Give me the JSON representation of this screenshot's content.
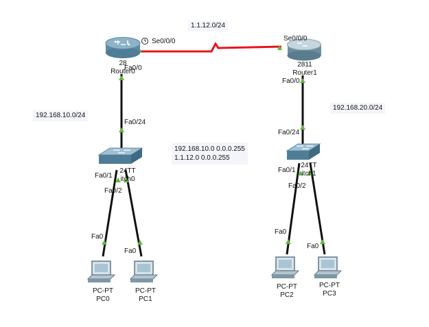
{
  "networks": {
    "wan": "1.1.12.0/24",
    "lan1": "192.168.10.0/24",
    "lan2": "192.168.20.0/24"
  },
  "note": {
    "line1": "192.168.10.0 0.0.0.255",
    "line2": "1.1.12.0 0.0.0.255"
  },
  "devices": {
    "router0": {
      "model": "28",
      "name": "Router0"
    },
    "router1": {
      "model": "2811",
      "name": "Router1"
    },
    "switch0": {
      "model": "24TT",
      "name": "itch0"
    },
    "switch1": {
      "model": "24TT",
      "name": "itch1"
    },
    "pc0": {
      "type": "PC-PT",
      "name": "PC0"
    },
    "pc1": {
      "type": "PC-PT",
      "name": "PC1"
    },
    "pc2": {
      "type": "PC-PT",
      "name": "PC2"
    },
    "pc3": {
      "type": "PC-PT",
      "name": "PC3"
    }
  },
  "ports": {
    "r0_se": "Se0/0/0",
    "r1_se": "Se0/0/0",
    "r0_fa": "Fa0/0",
    "r1_fa": "Fa0/0",
    "sw0_up": "Fa0/24",
    "sw1_up": "Fa0/24",
    "sw0_fa1": "Fa0/1",
    "sw0_fa2": "Fa0/2",
    "sw1_fa1": "Fa0/1",
    "sw1_fa2": "Fa0/2",
    "pc0_fa": "Fa0",
    "pc1_fa": "Fa0",
    "pc2_fa": "Fa0",
    "pc3_fa": "Fa0"
  },
  "colors": {
    "serial_link": "#e8141c",
    "ethernet_link": "#111111",
    "link_up": "#5fb83b",
    "router_body": "#6f96ad",
    "switch_body": "#5f8ea8"
  }
}
